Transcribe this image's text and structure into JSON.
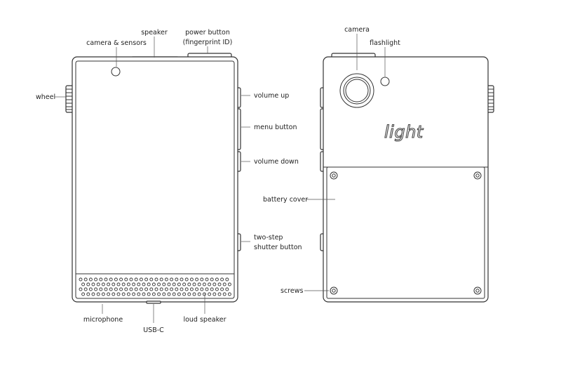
{
  "colors": {
    "line": "#333333",
    "text": "#222222",
    "background": "#ffffff"
  },
  "front": {
    "labels": {
      "speaker": "speaker",
      "power_button": "power button",
      "fingerprint": "(fingerprint ID)",
      "camera_sensors": "camera & sensors",
      "wheel": "wheel",
      "volume_up": "volume up",
      "menu_button": "menu button",
      "volume_down": "volume down",
      "shutter_line1": "two-step",
      "shutter_line2": "shutter button",
      "microphone": "microphone",
      "usb_c": "USB-C",
      "loud_speaker": "loud speaker"
    }
  },
  "back": {
    "labels": {
      "camera": "camera",
      "flashlight": "flashlight",
      "battery_cover": "battery cover",
      "screws": "screws"
    },
    "logo": "light"
  }
}
